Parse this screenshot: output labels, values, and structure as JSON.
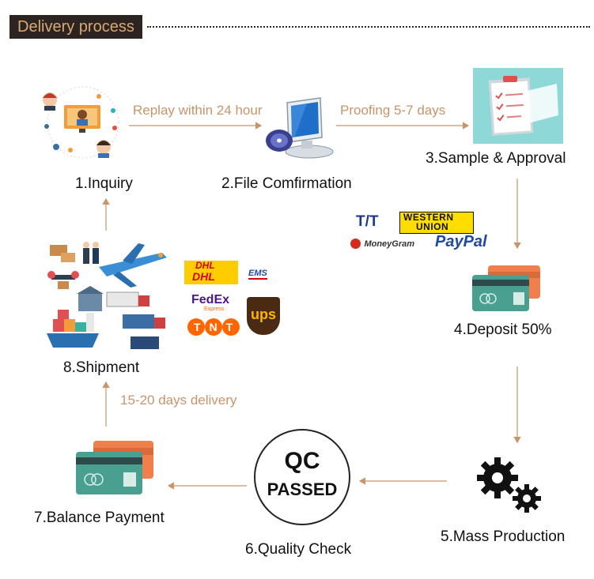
{
  "header": {
    "title": "Delivery process"
  },
  "steps": [
    {
      "id": 1,
      "label": "1.Inquiry"
    },
    {
      "id": 2,
      "label": "2.File Comfirmation"
    },
    {
      "id": 3,
      "label": "3.Sample & Approval"
    },
    {
      "id": 4,
      "label": "4.Deposit 50%"
    },
    {
      "id": 5,
      "label": "5.Mass Production"
    },
    {
      "id": 6,
      "label": "6.Quality Check"
    },
    {
      "id": 7,
      "label": "7.Balance Payment"
    },
    {
      "id": 8,
      "label": "8.Shipment"
    }
  ],
  "arrow_labels": {
    "reply": "Replay within 24 hour",
    "proofing": "Proofing 5-7 days",
    "delivery": "15-20 days delivery"
  },
  "qc_badge": {
    "line1": "QC",
    "line2": "PASSED"
  },
  "payment_logos": {
    "tt": "T/T",
    "western_union_1": "WESTERN",
    "western_union_2": "UNION",
    "moneygram": "MoneyGram",
    "paypal": "PayPal"
  },
  "courier_logos": {
    "dhl_1": "DHL",
    "dhl_2": "DHL",
    "ems": "EMS",
    "fedex": "FedEx",
    "fedex_sub": "Express",
    "tnt": "TNT",
    "ups": "ups"
  },
  "colors": {
    "accent": "#c8956b",
    "header_bg": "#2b2420",
    "card_green": "#4a9a8a",
    "card_orange": "#e8764a",
    "dhl_yellow": "#ffcc00",
    "dhl_red": "#d40511",
    "ups_brown": "#4b2a13",
    "ups_gold": "#ffb500"
  },
  "icons": [
    "inquiry-network-icon",
    "computer-cd-icon",
    "clipboard-icon",
    "credit-card-icon",
    "gears-icon",
    "qc-passed-stamp-icon",
    "shipment-logistics-icon"
  ]
}
